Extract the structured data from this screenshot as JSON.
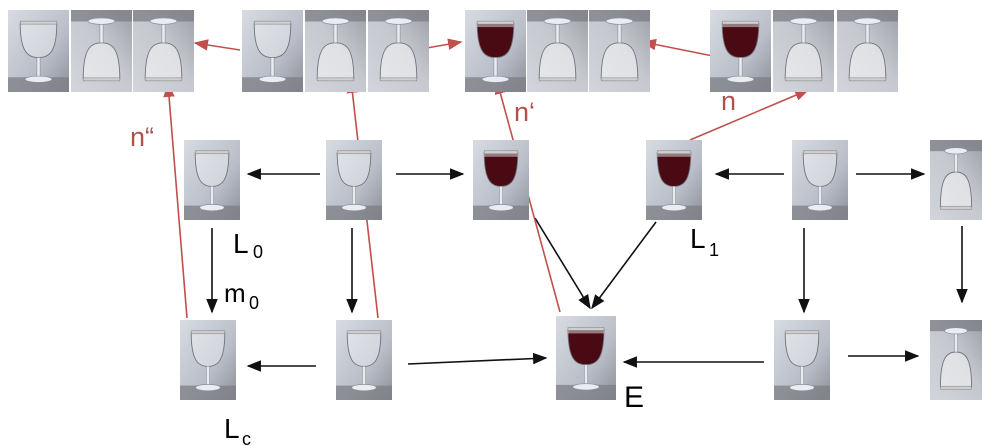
{
  "diagram": {
    "colors": {
      "background": "#ffffff",
      "black_arrow": "#111111",
      "red_arrow": "#c0504d",
      "red_label": "#b0524c",
      "wine": "#4a0a14"
    },
    "labels": {
      "L0": {
        "base": "L",
        "sub": "0"
      },
      "L1": {
        "base": "L",
        "sub": "1"
      },
      "Lc": {
        "base": "L",
        "sub": "c"
      },
      "m0": {
        "base": "m",
        "sub": "0"
      },
      "E": "E",
      "n": "n",
      "n_prime": "n‘",
      "n_dprime": "n“"
    },
    "nodes": [
      {
        "id": "a0",
        "fill": "empty",
        "pose": "upright"
      },
      {
        "id": "a1",
        "fill": "empty",
        "pose": "inverted"
      },
      {
        "id": "a2",
        "fill": "empty",
        "pose": "inverted"
      },
      {
        "id": "b0",
        "fill": "empty",
        "pose": "upright"
      },
      {
        "id": "b1",
        "fill": "empty",
        "pose": "inverted"
      },
      {
        "id": "b2",
        "fill": "empty",
        "pose": "inverted"
      },
      {
        "id": "c0",
        "fill": "wine",
        "pose": "upright"
      },
      {
        "id": "c1",
        "fill": "empty",
        "pose": "inverted"
      },
      {
        "id": "c2",
        "fill": "empty",
        "pose": "inverted"
      },
      {
        "id": "d0",
        "fill": "wine",
        "pose": "upright"
      },
      {
        "id": "d1",
        "fill": "empty",
        "pose": "inverted"
      },
      {
        "id": "d2",
        "fill": "empty",
        "pose": "inverted"
      },
      {
        "id": "L0",
        "fill": "empty",
        "pose": "upright"
      },
      {
        "id": "mid1",
        "fill": "empty",
        "pose": "upright"
      },
      {
        "id": "wine1",
        "fill": "wine",
        "pose": "upright"
      },
      {
        "id": "L1",
        "fill": "wine",
        "pose": "upright"
      },
      {
        "id": "mid2",
        "fill": "empty",
        "pose": "upright"
      },
      {
        "id": "inv1",
        "fill": "empty",
        "pose": "inverted"
      },
      {
        "id": "Lc",
        "fill": "empty",
        "pose": "upright"
      },
      {
        "id": "mid3",
        "fill": "empty",
        "pose": "upright"
      },
      {
        "id": "E",
        "fill": "wine",
        "pose": "upright"
      },
      {
        "id": "mid4",
        "fill": "empty",
        "pose": "upright"
      },
      {
        "id": "inv2",
        "fill": "empty",
        "pose": "inverted"
      }
    ],
    "black_edges": [
      {
        "from": "mid1",
        "to": "L0"
      },
      {
        "from": "mid1",
        "to": "wine1"
      },
      {
        "from": "mid2",
        "to": "L1"
      },
      {
        "from": "mid2",
        "to": "inv1"
      },
      {
        "from": "L0",
        "to": "Lc"
      },
      {
        "from": "mid1",
        "to": "mid3"
      },
      {
        "from": "mid3",
        "to": "Lc"
      },
      {
        "from": "mid3",
        "to": "E"
      },
      {
        "from": "wine1",
        "to": "E"
      },
      {
        "from": "L1",
        "to": "E"
      },
      {
        "from": "mid4",
        "to": "E"
      },
      {
        "from": "mid2",
        "to": "mid4"
      },
      {
        "from": "inv1",
        "to": "inv2"
      },
      {
        "from": "mid4",
        "to": "inv2"
      }
    ],
    "red_edges": [
      {
        "from": "b0",
        "to": "a2"
      },
      {
        "from": "b2",
        "to": "c0"
      },
      {
        "from": "d0",
        "to": "c2"
      },
      {
        "from": "Lc",
        "to": "a2",
        "label": "n_dprime"
      },
      {
        "from": "mid3",
        "to": "b1"
      },
      {
        "from": "E",
        "to": "c0",
        "label": "n_prime"
      },
      {
        "from": "L1",
        "to": "d1",
        "label": "n"
      }
    ]
  }
}
